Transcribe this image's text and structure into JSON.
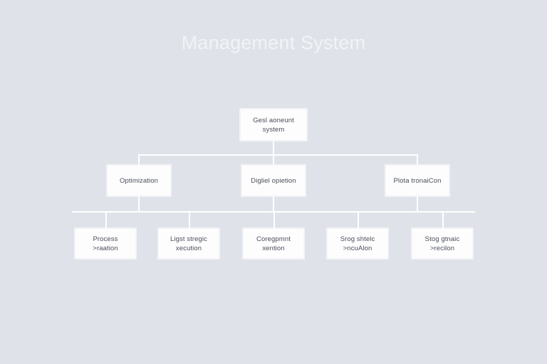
{
  "page": {
    "title": "Management System",
    "background_color": "#dfe3e9",
    "title_color": "#f1f3f7",
    "node_fill_color": "#fdfdfe",
    "node_text_color": "#4a4f58",
    "connector_color": "#ffffff"
  },
  "chart_data": {
    "type": "diagram",
    "diagram_type": "org-chart",
    "title": "Management System",
    "levels": 3,
    "root": {
      "id": "root",
      "label": "Gesl aoneunt\nsystem"
    },
    "level2": [
      {
        "id": "n2-0",
        "label": "Optimization"
      },
      {
        "id": "n2-1",
        "label": "Digliel opietion"
      },
      {
        "id": "n2-2",
        "label": "Plota tronaiCon"
      }
    ],
    "level3": [
      {
        "id": "n3-0",
        "label": "Process\n>raation"
      },
      {
        "id": "n3-1",
        "label": "Ligst stregic\nxecution"
      },
      {
        "id": "n3-2",
        "label": "Coregpmnt\nxention"
      },
      {
        "id": "n3-3",
        "label": "Srog shtelc\n>ncuAlon"
      },
      {
        "id": "n3-4",
        "label": "Stog gtnaic\n>recilon"
      }
    ]
  }
}
